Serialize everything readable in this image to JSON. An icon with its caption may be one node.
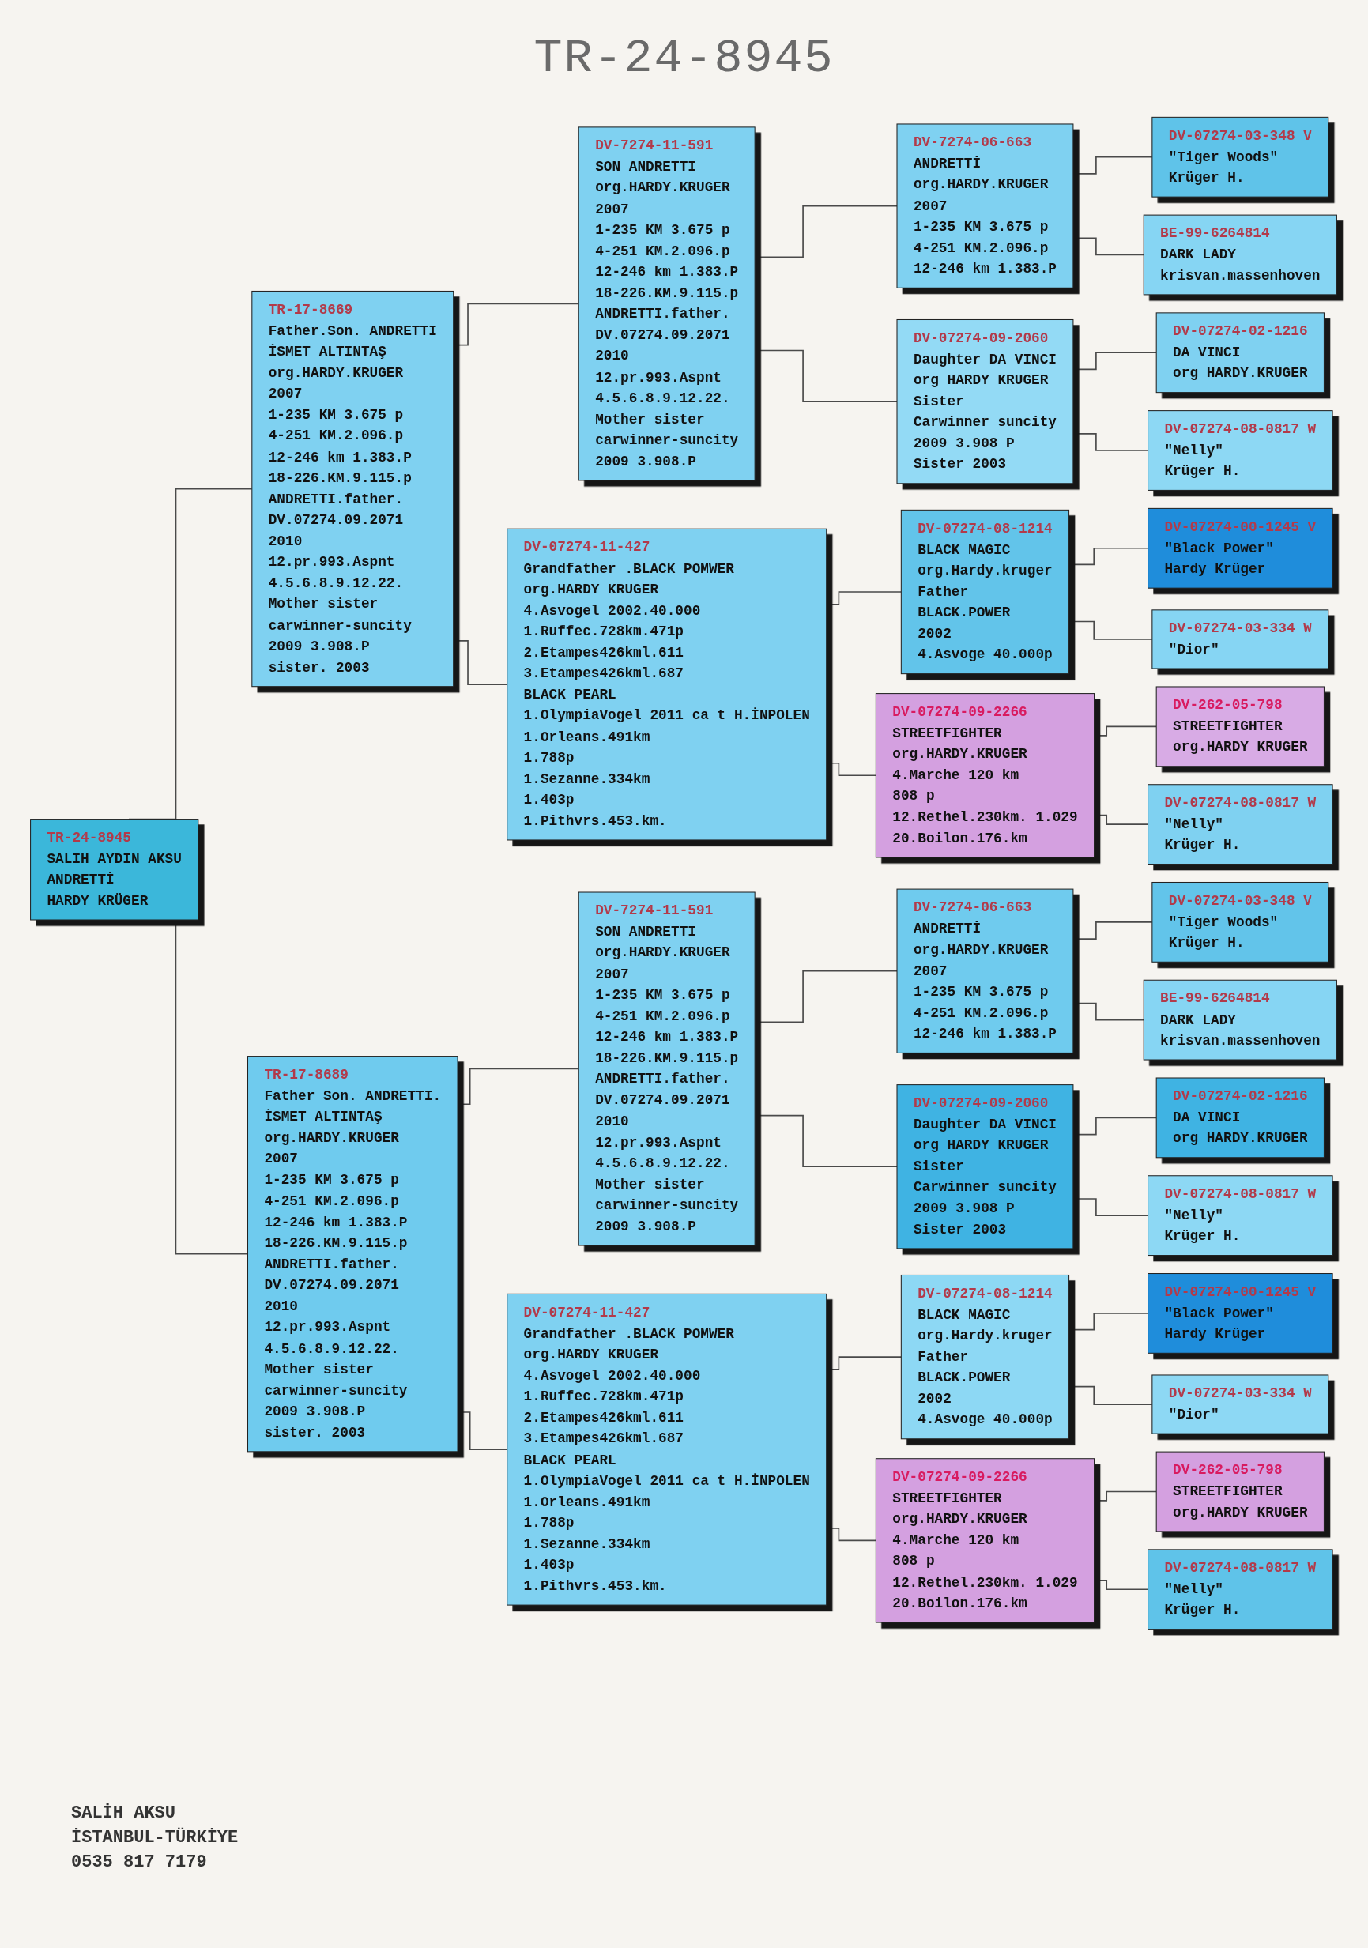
{
  "diagram": {
    "title": "TR-24-8945",
    "nodes": [
      {
        "text": [
          "TR-24-8945",
          "SALIH AYDIN AKSU",
          "ANDRETTİ",
          "HARDY KRÜGER"
        ]
      },
      {
        "text": [
          "TR-17-8669",
          "Father.Son. ANDRETTI",
          "İSMET ALTINTAŞ",
          "org.HARDY.KRUGER",
          "2007",
          "1-235 KM 3.675 p",
          "4-251 KM.2.096.p",
          "12-246 km 1.383.P",
          "18-226.KM.9.115.p",
          "ANDRETTI.father.",
          "DV.07274.09.2071",
          "2010",
          "12.pr.993.Aspnt",
          "4.5.6.8.9.12.22.",
          "Mother sister",
          "carwinner-suncity",
          "2009 3.908.P",
          "sister. 2003"
        ]
      },
      {
        "text": [
          "DV-7274-11-591",
          "SON ANDRETTI",
          "org.HARDY.KRUGER",
          "2007",
          "1-235 KM 3.675 p",
          "4-251 KM.2.096.p",
          "12-246 km 1.383.P",
          "18-226.KM.9.115.p",
          "ANDRETTI.father.",
          "DV.07274.09.2071",
          "2010",
          "12.pr.993.Aspnt",
          "4.5.6.8.9.12.22.",
          "Mother sister",
          "carwinner-suncity",
          "2009 3.908.P"
        ]
      },
      {
        "text": [
          "DV-7274-06-663",
          "ANDRETTİ",
          "org.HARDY.KRUGER",
          "2007",
          "1-235 KM 3.675 p",
          "4-251 KM.2.096.p",
          "12-246 km 1.383.P"
        ]
      },
      {
        "text": [
          "DV-07274-03-348 V",
          "\"Tiger Woods\"",
          "Krüger H."
        ]
      },
      {
        "text": [
          "BE-99-6264814",
          "DARK LADY",
          "krisvan.massenhoven"
        ]
      },
      {
        "text": [
          "DV-07274-09-2060",
          "Daughter DA VINCI",
          "org HARDY KRUGER",
          "Sister",
          "Carwinner suncity",
          "2009 3.908 P",
          "Sister 2003"
        ]
      },
      {
        "text": [
          "DV-07274-02-1216",
          "DA VINCI",
          "org HARDY.KRUGER"
        ]
      },
      {
        "text": [
          "DV-07274-08-0817 W",
          "\"Nelly\"",
          "Krüger H."
        ]
      },
      {
        "text": [
          "DV-07274-11-427",
          "Grandfather .BLACK POMWER",
          "org.HARDY KRUGER",
          "4.Asvogel 2002.40.000",
          "1.Ruffec.728km.471p",
          "2.Etampes426kml.611",
          "3.Etampes426kml.687",
          "BLACK PEARL",
          "1.OlympiaVogel 2011 ca t H.İNPOLEN",
          "1.Orleans.491km",
          "1.788p",
          "1.Sezanne.334km",
          "1.403p",
          "1.Pithvrs.453.km."
        ]
      },
      {
        "text": [
          "DV-07274-08-1214",
          "BLACK MAGIC",
          "org.Hardy.kruger",
          "Father",
          "BLACK.POWER",
          "2002",
          "4.Asvoge 40.000p"
        ]
      },
      {
        "text": [
          "DV-07274-00-1245 V",
          "\"Black Power\"",
          "Hardy Krüger"
        ]
      },
      {
        "text": [
          "DV-07274-03-334 W",
          "\"Dior\""
        ]
      },
      {
        "text": [
          "DV-07274-09-2266",
          "STREETFIGHTER",
          "org.HARDY.KRUGER",
          "4.Marche 120 km",
          "808 p",
          "12.Rethel.230km. 1.029",
          "20.Boilon.176.km"
        ]
      },
      {
        "text": [
          "DV-262-05-798",
          "STREETFIGHTER",
          "org.HARDY KRUGER"
        ]
      },
      {
        "text": [
          "DV-07274-08-0817 W",
          "\"Nelly\"",
          "Krüger H."
        ]
      },
      {
        "text": [
          "TR-17-8689",
          "Father Son. ANDRETTI.",
          "İSMET ALTINTAŞ",
          "org.HARDY.KRUGER",
          "2007",
          "1-235 KM 3.675 p",
          "4-251 KM.2.096.p",
          "12-246 km 1.383.P",
          "18-226.KM.9.115.p",
          "ANDRETTI.father.",
          "DV.07274.09.2071",
          "2010",
          "12.pr.993.Aspnt",
          "4.5.6.8.9.12.22.",
          "Mother sister",
          "carwinner-suncity",
          "2009 3.908.P",
          "sister. 2003"
        ]
      },
      {
        "text": [
          "DV-7274-11-591",
          "SON ANDRETTI",
          "org.HARDY.KRUGER",
          "2007",
          "1-235 KM 3.675 p",
          "4-251 KM.2.096.p",
          "12-246 km 1.383.P",
          "18-226.KM.9.115.p",
          "ANDRETTI.father.",
          "DV.07274.09.2071",
          "2010",
          "12.pr.993.Aspnt",
          "4.5.6.8.9.12.22.",
          "Mother sister",
          "carwinner-suncity",
          "2009 3.908.P"
        ]
      },
      {
        "text": [
          "DV-7274-06-663",
          "ANDRETTİ",
          "org.HARDY.KRUGER",
          "2007",
          "1-235 KM 3.675 p",
          "4-251 KM.2.096.p",
          "12-246 km 1.383.P"
        ]
      },
      {
        "text": [
          "DV-07274-03-348 V",
          "\"Tiger Woods\"",
          "Krüger H."
        ]
      },
      {
        "text": [
          "BE-99-6264814",
          "DARK LADY",
          "krisvan.massenhoven"
        ]
      },
      {
        "text": [
          "DV-07274-09-2060",
          "Daughter DA VINCI",
          "org HARDY KRUGER",
          "Sister",
          "Carwinner suncity",
          "2009 3.908 P",
          "Sister 2003"
        ]
      },
      {
        "text": [
          "DV-07274-02-1216",
          "DA VINCI",
          "org HARDY.KRUGER"
        ]
      },
      {
        "text": [
          "DV-07274-08-0817 W",
          "\"Nelly\"",
          "Krüger H."
        ]
      },
      {
        "text": [
          "DV-07274-11-427",
          "Grandfather .BLACK POMWER",
          "org.HARDY KRUGER",
          "4.Asvogel 2002.40.000",
          "1.Ruffec.728km.471p",
          "2.Etampes426kml.611",
          "3.Etampes426kml.687",
          "BLACK PEARL",
          "1.OlympiaVogel 2011 ca t H.İNPOLEN",
          "1.Orleans.491km",
          "1.788p",
          "1.Sezanne.334km",
          "1.403p",
          "1.Pithvrs.453.km."
        ]
      },
      {
        "text": [
          "DV-07274-08-1214",
          "BLACK MAGIC",
          "org.Hardy.kruger",
          "Father",
          "BLACK.POWER",
          "2002",
          "4.Asvoge 40.000p"
        ]
      },
      {
        "text": [
          "DV-07274-00-1245 V",
          "\"Black Power\"",
          "Hardy Krüger"
        ]
      },
      {
        "text": [
          "DV-07274-03-334 W",
          "\"Dior\""
        ]
      },
      {
        "text": [
          "DV-07274-09-2266",
          "STREETFIGHTER",
          "org.HARDY.KRUGER",
          "4.Marche 120 km",
          "808 p",
          "12.Rethel.230km. 1.029",
          "20.Boilon.176.km"
        ]
      },
      {
        "text": [
          "DV-262-05-798",
          "STREETFIGHTER",
          "org.HARDY KRUGER"
        ]
      },
      {
        "text": [
          "DV-07274-08-0817 W",
          "\"Nelly\"",
          "Krüger H."
        ]
      }
    ],
    "edges": [
      {
        "from": 0,
        "to": 1,
        "arrow": "none"
      },
      {
        "from": 0,
        "to": 16,
        "arrow": "none"
      },
      {
        "from": 1,
        "to": 2,
        "arrow": "none"
      },
      {
        "from": 1,
        "to": 9,
        "arrow": "none"
      },
      {
        "from": 2,
        "to": 3,
        "arrow": "none"
      },
      {
        "from": 2,
        "to": 6,
        "arrow": "none"
      },
      {
        "from": 3,
        "to": 4,
        "arrow": "none"
      },
      {
        "from": 3,
        "to": 5,
        "arrow": "none"
      },
      {
        "from": 6,
        "to": 7,
        "arrow": "none"
      },
      {
        "from": 6,
        "to": 8,
        "arrow": "none"
      },
      {
        "from": 9,
        "to": 10,
        "arrow": "none"
      },
      {
        "from": 9,
        "to": 13,
        "arrow": "none"
      },
      {
        "from": 10,
        "to": 11,
        "arrow": "none"
      },
      {
        "from": 10,
        "to": 12,
        "arrow": "none"
      },
      {
        "from": 13,
        "to": 14,
        "arrow": "none"
      },
      {
        "from": 13,
        "to": 15,
        "arrow": "none"
      },
      {
        "from": 16,
        "to": 17,
        "arrow": "none"
      },
      {
        "from": 16,
        "to": 24,
        "arrow": "none"
      },
      {
        "from": 17,
        "to": 18,
        "arrow": "none"
      },
      {
        "from": 17,
        "to": 21,
        "arrow": "none"
      },
      {
        "from": 18,
        "to": 19,
        "arrow": "none"
      },
      {
        "from": 18,
        "to": 20,
        "arrow": "none"
      },
      {
        "from": 21,
        "to": 22,
        "arrow": "none"
      },
      {
        "from": 21,
        "to": 23,
        "arrow": "none"
      },
      {
        "from": 24,
        "to": 25,
        "arrow": "none"
      },
      {
        "from": 24,
        "to": 28,
        "arrow": "none"
      },
      {
        "from": 25,
        "to": 26,
        "arrow": "none"
      },
      {
        "from": 25,
        "to": 27,
        "arrow": "none"
      },
      {
        "from": 28,
        "to": 29,
        "arrow": "none"
      },
      {
        "from": 28,
        "to": 30,
        "arrow": "none"
      }
    ],
    "labels": [
      "SALİH AKSU",
      "İSTANBUL-TÜRKİYE",
      "0535 817 7179"
    ]
  }
}
